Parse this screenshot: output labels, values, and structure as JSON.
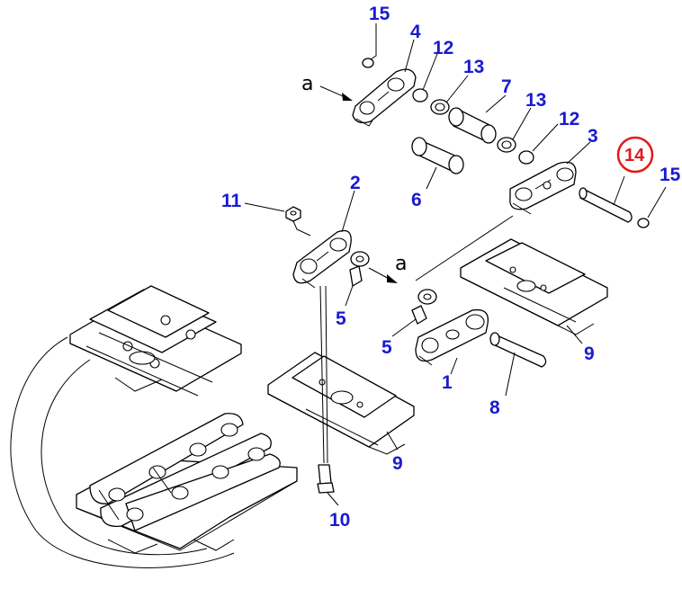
{
  "diagram": {
    "callouts": [
      {
        "id": "15a",
        "text": "15"
      },
      {
        "id": "4",
        "text": "4"
      },
      {
        "id": "12a",
        "text": "12"
      },
      {
        "id": "13a",
        "text": "13"
      },
      {
        "id": "7",
        "text": "7"
      },
      {
        "id": "13b",
        "text": "13"
      },
      {
        "id": "12b",
        "text": "12"
      },
      {
        "id": "3",
        "text": "3"
      },
      {
        "id": "6",
        "text": "6"
      },
      {
        "id": "14",
        "text": "14"
      },
      {
        "id": "15b",
        "text": "15"
      },
      {
        "id": "11",
        "text": "11"
      },
      {
        "id": "2",
        "text": "2"
      },
      {
        "id": "5a",
        "text": "5"
      },
      {
        "id": "5b",
        "text": "5"
      },
      {
        "id": "1",
        "text": "1"
      },
      {
        "id": "8",
        "text": "8"
      },
      {
        "id": "9a",
        "text": "9"
      },
      {
        "id": "9b",
        "text": "9"
      },
      {
        "id": "10",
        "text": "10"
      }
    ],
    "view_marks": [
      {
        "id": "a_top",
        "text": "a"
      },
      {
        "id": "a_mid",
        "text": "a"
      }
    ],
    "highlighted_callout": "14",
    "colors": {
      "callout": "#1a1ad0",
      "highlight": "#e01a1a",
      "line": "#000000"
    }
  }
}
